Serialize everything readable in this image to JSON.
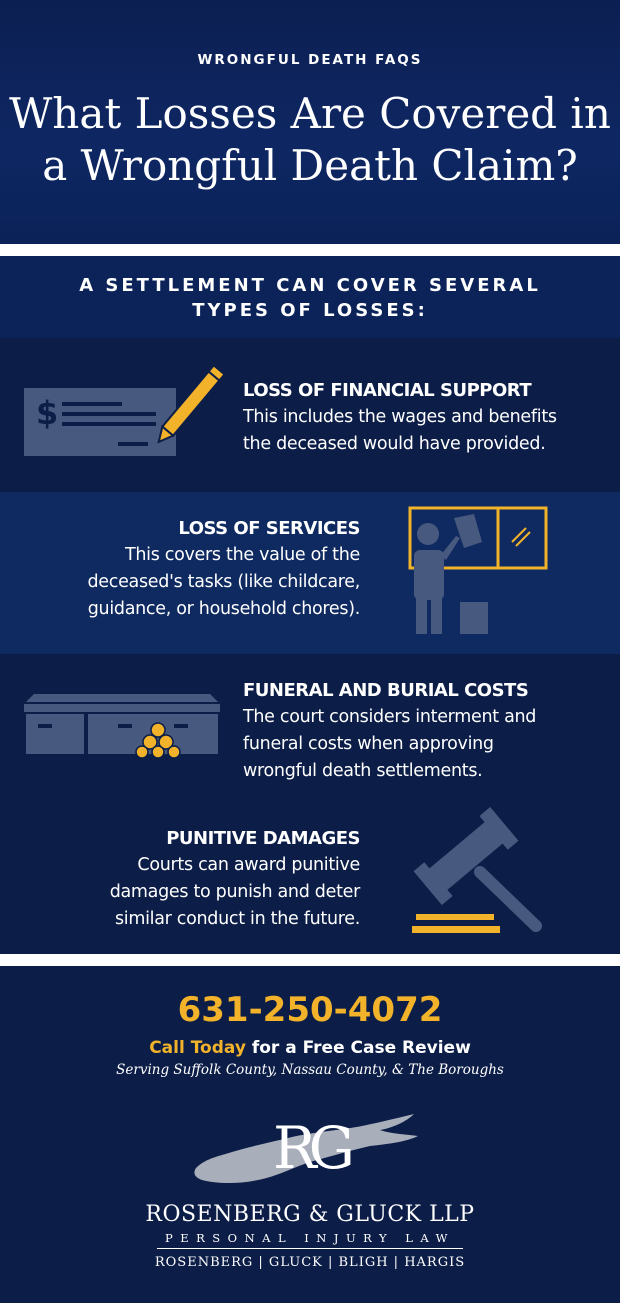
{
  "header": {
    "kicker": "WRONGFUL DEATH FAQS",
    "title_line1": "What Losses Are Covered in",
    "title_line2": "a Wrongful Death Claim?"
  },
  "subhead": {
    "line1": "A SETTLEMENT CAN COVER SEVERAL",
    "line2": "TYPES OF LOSSES:"
  },
  "items": [
    {
      "title": "LOSS OF FINANCIAL SUPPORT",
      "lines": [
        "This includes the wages and benefits",
        "the deceased would have provided."
      ],
      "icon": "check-pencil-icon"
    },
    {
      "title": "LOSS OF SERVICES",
      "lines": [
        "This covers the value of the",
        "deceased's tasks (like childcare,",
        "guidance, or household chores)."
      ],
      "icon": "window-cleaning-person-icon"
    },
    {
      "title": "FUNERAL AND BURIAL COSTS",
      "lines": [
        "The court considers interment and",
        "funeral costs when approving",
        "wrongful death settlements."
      ],
      "icon": "casket-flowers-icon"
    },
    {
      "title": "PUNITIVE DAMAGES",
      "lines": [
        "Courts can award punitive",
        "damages to punish and deter",
        "similar conduct in the future."
      ],
      "icon": "gavel-icon"
    }
  ],
  "footer": {
    "phone": "631-250-4072",
    "cta_highlight": "Call Today",
    "cta_rest": " for a Free Case Review",
    "serving": "Serving Suffolk County, Nassau County, & The Boroughs",
    "logo_monogram": "RG",
    "firm_name": "ROSENBERG & GLUCK LLP",
    "tagline": "PERSONAL INJURY LAW",
    "partners": "ROSENBERG | GLUCK | BLIGH | HARGIS"
  },
  "colors": {
    "navy": "#0c1e47",
    "gold": "#f2b22a",
    "icon_gray": "#47597e"
  }
}
